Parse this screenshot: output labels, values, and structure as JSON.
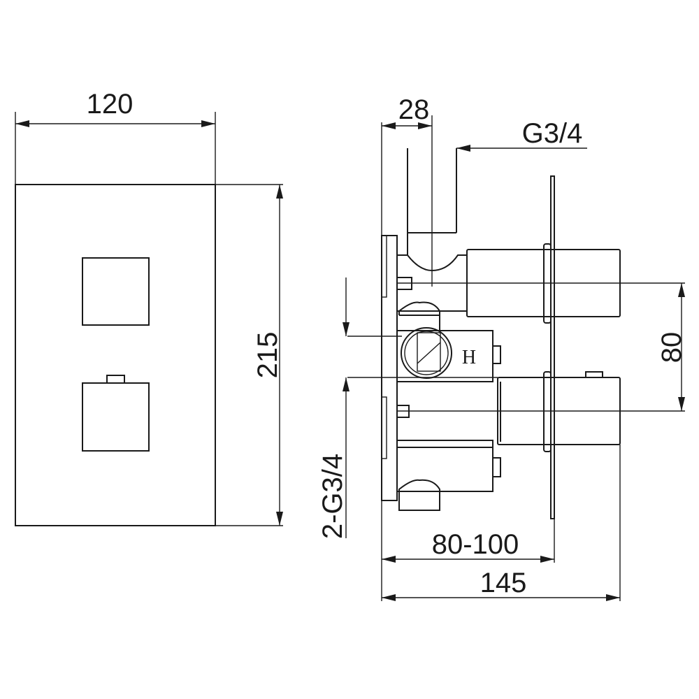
{
  "title": "Thermostatic concealed shower valve dimension drawing",
  "front_view": {
    "width_label": "120",
    "height_label": "215"
  },
  "side_view": {
    "outlet_offset_label": "28",
    "outlet_thread_label": "G3/4",
    "inlet_spacing_label": "80",
    "inlet_thread_label": "2-G3/4",
    "wall_depth_label": "80-100",
    "total_depth_label": "145",
    "hot_marker": "H"
  },
  "colors": {
    "line": "#1a1a1a",
    "background": "#ffffff"
  }
}
